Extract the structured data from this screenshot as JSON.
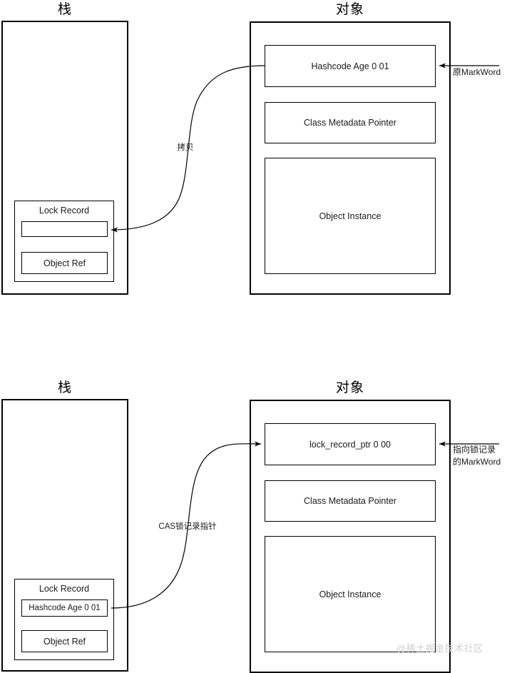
{
  "diagram": {
    "watermark": "@稀土掘金技术社区",
    "sections": [
      {
        "id": "upper",
        "stack_title": "栈",
        "object_title": "对象",
        "lock_record": {
          "title": "Lock Record",
          "mark_word_slot": "",
          "object_ref_slot": "Object Ref"
        },
        "object_rows": [
          "Hashcode Age 0 01",
          "Class Metadata Pointer",
          "Object Instance"
        ],
        "edge_label": "拷贝",
        "side_label_line1": "原MarkWord",
        "side_label_line2": ""
      },
      {
        "id": "lower",
        "stack_title": "栈",
        "object_title": "对象",
        "lock_record": {
          "title": "Lock Record",
          "mark_word_slot": "Hashcode Age 0 01",
          "object_ref_slot": "Object Ref"
        },
        "object_rows": [
          "lock_record_ptr  0 00",
          "Class Metadata Pointer",
          "Object Instance"
        ],
        "edge_label": "CAS锁记录指针",
        "side_label_line1": "指向锁记录",
        "side_label_line2": "的MarkWord"
      }
    ],
    "colors": {
      "stroke": "#000000",
      "background": "#ffffff",
      "text": "#1a1a1a",
      "watermark": "#cfcfcf"
    }
  }
}
